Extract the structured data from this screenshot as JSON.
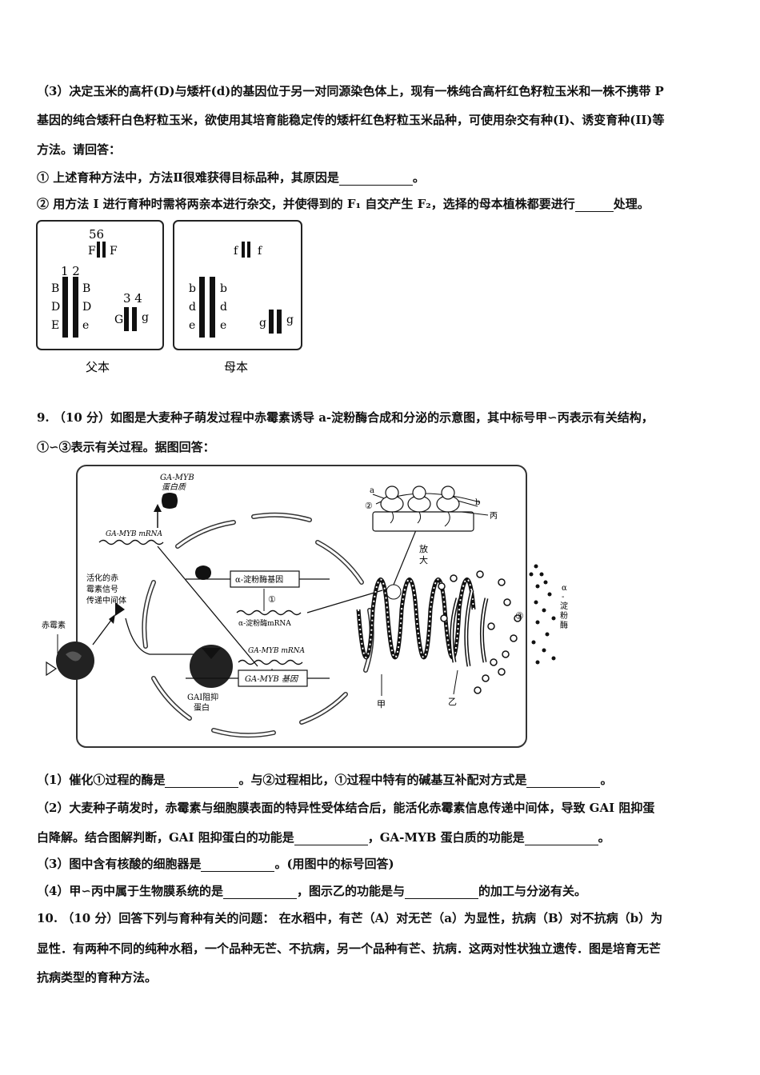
{
  "q8": {
    "p3_line1": "（3）决定玉米的高杆(D)与矮杆(d)的基因位于另一对同源染色体上，现有一株纯合高杆红色籽粒玉米和一株不携带 P",
    "p3_line2": "基因的纯合矮秆白色籽粒玉米，欲使用其培育能稳定传的矮杆红色籽粒玉米品种，可使用杂交有种(I)、诱变育种(II)等",
    "p3_line3": "方法。请回答：",
    "sub1": "① 上述育种方法中，方法Ⅱ很难获得目标品种，其原因是",
    "sub1_end": "。",
    "sub2": "② 用方法 I 进行育种时需将两亲本进行杂交，并使得到的 F₁ 自交产生 F₂，选择的母本植株都要进行",
    "sub2_end": "处理。",
    "figure": {
      "father_label": "父本",
      "mother_label": "母本",
      "father": {
        "num_12": "1 2",
        "num_34": "3 4",
        "num_56": "56",
        "left_genes": [
          "B",
          "D",
          "E"
        ],
        "right_genes": [
          "B",
          "D",
          "e"
        ],
        "g_left": "G",
        "g_right": "g",
        "f_left": "F",
        "f_right": "F"
      },
      "mother": {
        "left_genes": [
          "b",
          "d",
          "e"
        ],
        "right_genes": [
          "b",
          "d",
          "e"
        ],
        "g_left": "g",
        "g_right": "g",
        "f_left": "f",
        "f_right": "f"
      }
    }
  },
  "q9": {
    "intro_line1": "9. （10 分）如图是大麦种子萌发过程中赤霉素诱导 a-淀粉酶合成和分泌的示意图，其中标号甲∽丙表示有关结构，",
    "intro_line2": "①∽③表示有关过程。据图回答：",
    "figure": {
      "ga_myb_protein": "GA-MYB\n蛋白质",
      "ga_myb_mrna_top": "GA-MYB mRNA",
      "activated": "活化的赤\n霉素信号\n传递中间体",
      "gibberellin": "赤霉素",
      "gai": "GAI阻抑\n蛋白",
      "amylase_gene": "α-淀粉酶基因",
      "step1": "①",
      "amylase_mrna": "α-淀粉酶mRNA",
      "ga_myb_mrna": "GA-MYB mRNA",
      "ga_myb_gene": "GA-MYB 基因",
      "enlarge": "放\n大",
      "a": "a",
      "b": "b",
      "step2": "②",
      "bing": "丙",
      "step3": "③",
      "jia": "甲",
      "yi": "乙",
      "amylase": "α\n-\n淀\n粉\n酶"
    },
    "q1": "（1）催化①过程的酶是",
    "q1_mid": "。与②过程相比，①过程中特有的碱基互补配对方式是",
    "q1_end": "。",
    "q2_line1": "（2）大麦种子萌发时，赤霉素与细胞膜表面的特异性受体结合后，能活化赤霉素信息传递中间体，导致 GAI 阻抑蛋",
    "q2_line2a": "白降解。结合图解判断，GAI 阻抑蛋白的功能是",
    "q2_line2b": "，GA-MYB 蛋白质的功能是",
    "q2_line2c": "。",
    "q3": "（3）图中含有核酸的细胞器是",
    "q3_end": "。(用图中的标号回答)",
    "q4": "（4）甲∽丙中属于生物膜系统的是",
    "q4_mid": "，图示乙的功能是与",
    "q4_end": "的加工与分泌有关。"
  },
  "q10": {
    "line1": "10. （10 分）回答下列与育种有关的问题： 在水稻中，有芒（A）对无芒（a）为显性，抗病（B）对不抗病（b）为",
    "line2": "显性．有两种不同的纯种水稻，一个品种无芒、不抗病，另一个品种有芒、抗病．这两对性状独立遗传．图是培育无芒",
    "line3": "抗病类型的育种方法。"
  }
}
